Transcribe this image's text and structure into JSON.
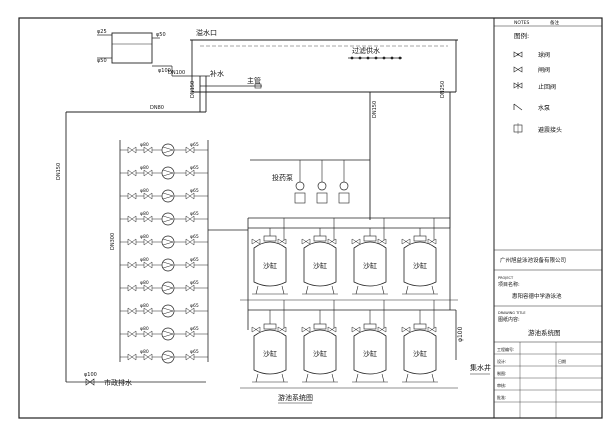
{
  "drawing": {
    "overflow_label": "溢水口",
    "makeup_water_label": "补水",
    "main_line_label": "主管",
    "filter_feed_label": "过滤供水",
    "dosing_pump_label": "投药泵",
    "municipal_drain_label": "市政排水",
    "sump_label": "集水井",
    "sand_tank_label": "沙缸",
    "diagram_caption": "游池系统图",
    "pipe_dn100": "DN100",
    "pipe_dn80": "DN80",
    "pipe_dn150_left": "DN150",
    "pipe_dn150_mid": "DN150",
    "pipe_dn250": "DN250",
    "pipe_dn300": "DN300",
    "pipe_phi100": "φ100",
    "tank_phi25": "φ25",
    "tank_phi50_a": "φ50",
    "tank_phi50_b": "φ50",
    "tank_phi100": "φ100",
    "pump_phi80": "φ80",
    "valve_phi65": "φ65",
    "drain_phi100": "φ100"
  },
  "notes_panel": {
    "header_left": "NOTES",
    "header_right": "备注",
    "legend_title": "图例:",
    "legend": [
      {
        "icon": "ball-valve-icon",
        "label": "球阀"
      },
      {
        "icon": "gate-valve-icon",
        "label": "闸阀"
      },
      {
        "icon": "check-valve-icon",
        "label": "止回阀"
      },
      {
        "icon": "pump-icon",
        "label": "水泵"
      },
      {
        "icon": "flex-joint-icon",
        "label": "避震接头"
      }
    ],
    "company": "广州旭益泳池设备有限公司",
    "project_small": "PROJECT",
    "project_label": "项目名称:",
    "project_name": "惠阳容德中学游泳池",
    "drawing_small": "DRAWING TITLE",
    "drawing_label": "图纸内容:",
    "drawing_title": "游池系统图",
    "sign_rows": [
      "工程编号:",
      "设计:",
      "制图:",
      "审核:",
      "批准:"
    ],
    "sign_extra": "日期"
  }
}
